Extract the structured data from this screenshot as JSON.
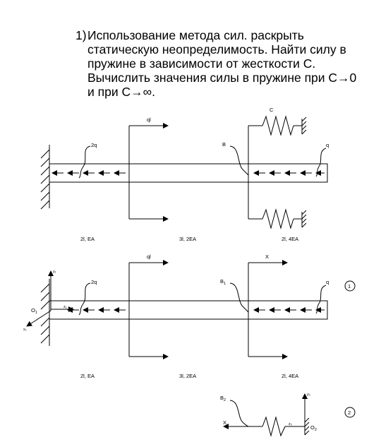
{
  "problem": {
    "number": "1)",
    "text": "Использование метода сил. раскрыть статическую неопределимость. Найти силу в пружине в зависимости от жесткости С. Вычислить значения силы в пружине при С→0 и при С→∞."
  },
  "diagram1": {
    "label_2q": "2q",
    "label_ql": "ql",
    "label_B": "B",
    "label_C": "C",
    "label_q": "q",
    "segments": [
      "2l, EA",
      "3l, 2EA",
      "2l, 4EA"
    ]
  },
  "diagram2": {
    "label_2q": "2q",
    "label_ql": "ql",
    "label_X": "X",
    "label_B1": "B",
    "label_B1_sub": "1",
    "label_q": "q",
    "label_O1": "O",
    "label_O1_sub": "1",
    "label_y1": "y₁",
    "label_x1": "x₁",
    "label_z1": "z₁",
    "circle_number": "1",
    "segments": [
      "2l, EA",
      "3l, 2EA",
      "2l, 4EA"
    ]
  },
  "diagram3": {
    "label_B2": "B",
    "label_B2_sub": "2",
    "label_X": "X",
    "label_O2": "O",
    "label_O2_sub": "2",
    "label_y2": "y₂",
    "label_z2": "z₂",
    "circle_number": "2"
  }
}
